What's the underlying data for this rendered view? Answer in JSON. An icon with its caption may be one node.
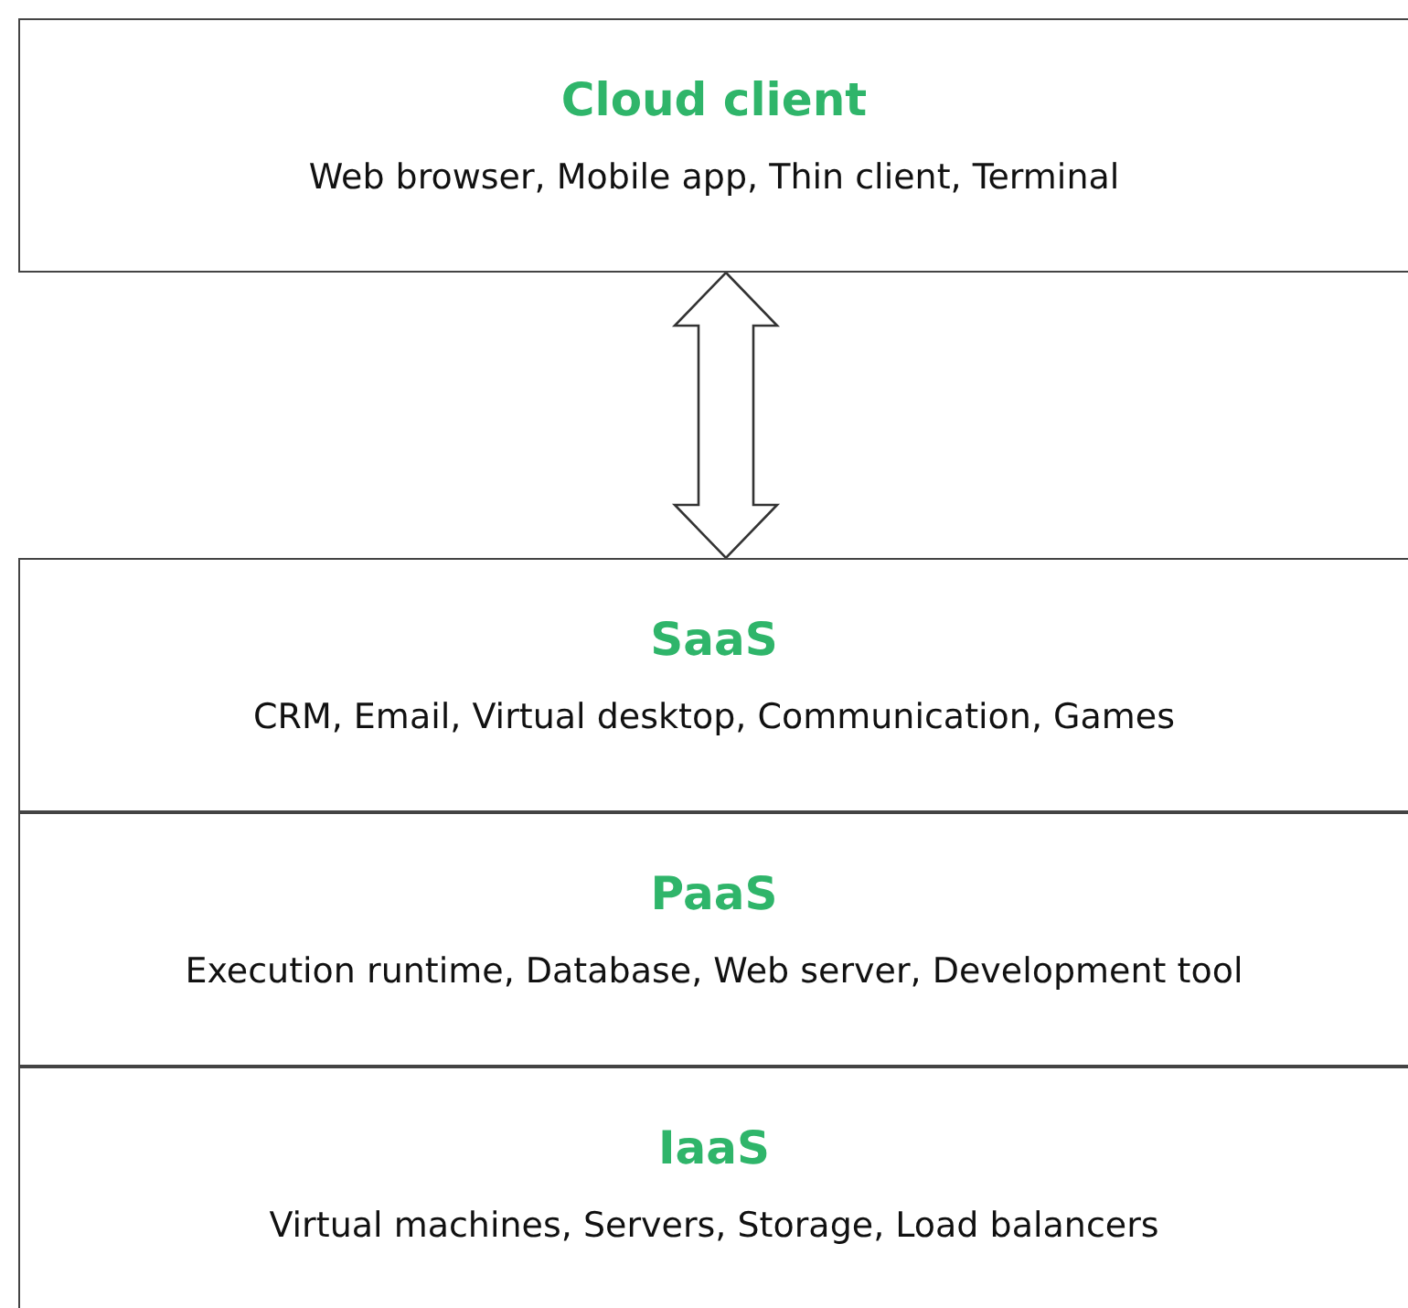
{
  "diagram": {
    "nodes": [
      {
        "text": [
          "Cloud client",
          "Web browser, Mobile app, Thin client, Terminal"
        ]
      },
      {
        "text": [
          "SaaS",
          "CRM, Email, Virtual desktop, Communication, Games"
        ]
      },
      {
        "text": [
          "PaaS",
          "Execution runtime, Database, Web server, Development tool"
        ]
      },
      {
        "text": [
          "IaaS",
          "Virtual machines, Servers, Storage, Load balancers"
        ]
      }
    ],
    "edges": [
      {
        "from": 0,
        "to": 1,
        "arrow": "both"
      }
    ]
  }
}
